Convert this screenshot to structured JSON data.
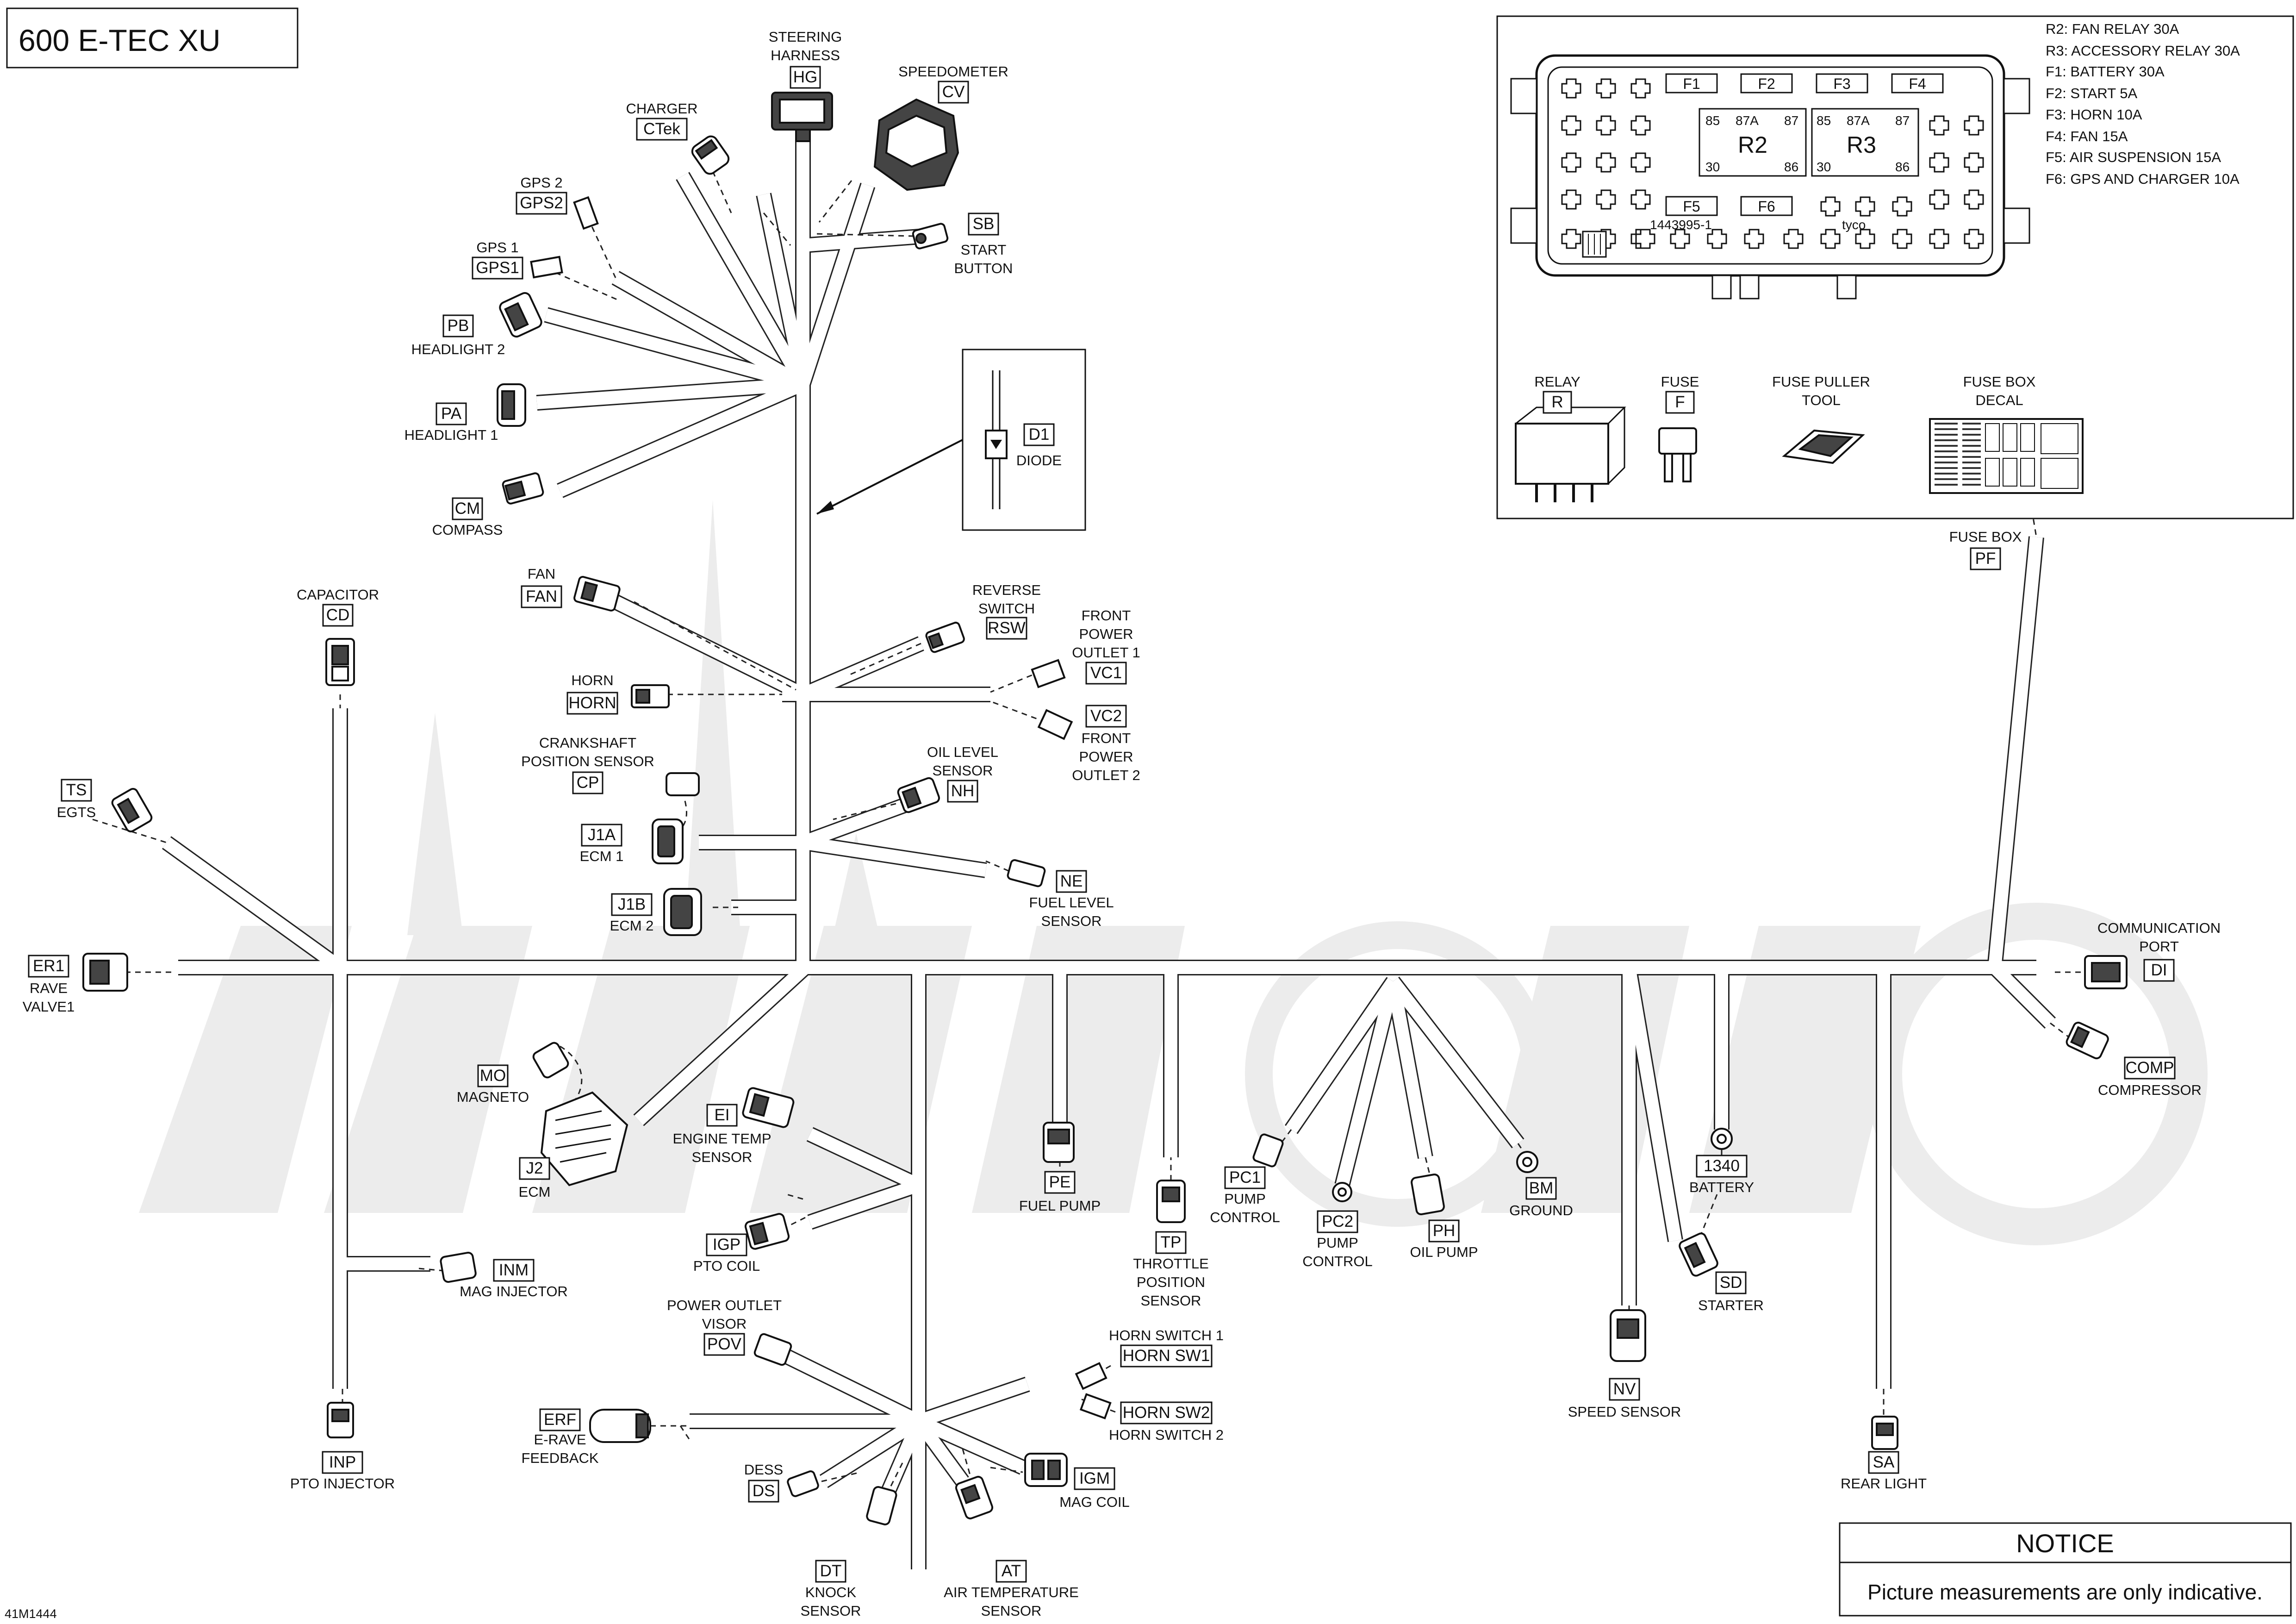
{
  "title": "600 E-TEC XU",
  "figure_id": "41M1444",
  "notice": {
    "heading": "NOTICE",
    "text": "Picture measurements are only indicative."
  },
  "fuse_legend": [
    "R2: FAN RELAY 30A",
    "R3: ACCESSORY RELAY 30A",
    "F1: BATTERY 30A",
    "F2: START 5A",
    "F3: HORN 10A",
    "F4: FAN 15A",
    "F5: AIR SUSPENSION 15A",
    "F6: GPS AND CHARGER 10A"
  ],
  "fuse_box": {
    "fuses_top": [
      "F1",
      "F2",
      "F3",
      "F4"
    ],
    "fuses_bottom": [
      "F5",
      "F6"
    ],
    "part_number": "1443995-1",
    "brand": "tyco",
    "relay_r2": {
      "name": "R2",
      "pins": [
        "85",
        "87A",
        "87",
        "30",
        "86"
      ]
    },
    "relay_r3": {
      "name": "R3",
      "pins": [
        "85",
        "87A",
        "87",
        "30",
        "86"
      ]
    }
  },
  "components": [
    {
      "id": "relay",
      "name": "RELAY",
      "code": "R"
    },
    {
      "id": "fuse",
      "name": "FUSE",
      "code": "F"
    },
    {
      "id": "fuse-puller",
      "name": "FUSE PULLER\nTOOL",
      "code": ""
    },
    {
      "id": "fuse-box-decal",
      "name": "FUSE BOX\nDECAL",
      "code": ""
    }
  ],
  "connectors": [
    {
      "id": "hg",
      "name": "STEERING\nHARNESS",
      "code": "HG"
    },
    {
      "id": "cv",
      "name": "SPEEDOMETER",
      "code": "CV"
    },
    {
      "id": "ctek",
      "name": "CHARGER",
      "code": "CTek"
    },
    {
      "id": "gps2",
      "name": "GPS 2",
      "code": "GPS2"
    },
    {
      "id": "gps1",
      "name": "GPS 1",
      "code": "GPS1"
    },
    {
      "id": "sb",
      "name": "START\nBUTTON",
      "code": "SB"
    },
    {
      "id": "pb",
      "name": "HEADLIGHT 2",
      "code": "PB"
    },
    {
      "id": "pa",
      "name": "HEADLIGHT 1",
      "code": "PA"
    },
    {
      "id": "d1",
      "name": "DIODE",
      "code": "D1"
    },
    {
      "id": "cm",
      "name": "COMPASS",
      "code": "CM"
    },
    {
      "id": "fan",
      "name": "FAN",
      "code": "FAN"
    },
    {
      "id": "rsw",
      "name": "REVERSE\nSWITCH",
      "code": "RSW"
    },
    {
      "id": "cd",
      "name": "CAPACITOR",
      "code": "CD"
    },
    {
      "id": "horn",
      "name": "HORN",
      "code": "HORN"
    },
    {
      "id": "vc1",
      "name": "FRONT\nPOWER\nOUTLET 1",
      "code": "VC1"
    },
    {
      "id": "vc2",
      "name": "FRONT\nPOWER\nOUTLET 2",
      "code": "VC2"
    },
    {
      "id": "cp",
      "name": "CRANKSHAFT\nPOSITION SENSOR",
      "code": "CP"
    },
    {
      "id": "nh",
      "name": "OIL LEVEL\nSENSOR",
      "code": "NH"
    },
    {
      "id": "ts",
      "name": "EGTS",
      "code": "TS"
    },
    {
      "id": "j1a",
      "name": "ECM 1",
      "code": "J1A"
    },
    {
      "id": "ne",
      "name": "FUEL LEVEL\nSENSOR",
      "code": "NE"
    },
    {
      "id": "j1b",
      "name": "ECM 2",
      "code": "J1B"
    },
    {
      "id": "pf",
      "name": "FUSE BOX",
      "code": "PF"
    },
    {
      "id": "di",
      "name": "COMMUNICATION\nPORT",
      "code": "DI"
    },
    {
      "id": "er1",
      "name": "RAVE\nVALVE1",
      "code": "ER1"
    },
    {
      "id": "mo",
      "name": "MAGNETO",
      "code": "MO"
    },
    {
      "id": "comp",
      "name": "COMPRESSOR",
      "code": "COMP"
    },
    {
      "id": "ei",
      "name": "ENGINE TEMP\nSENSOR",
      "code": "EI"
    },
    {
      "id": "j2",
      "name": "ECM",
      "code": "J2"
    },
    {
      "id": "pe",
      "name": "FUEL PUMP",
      "code": "PE"
    },
    {
      "id": "pc1",
      "name": "PUMP\nCONTROL",
      "code": "PC1"
    },
    {
      "id": "bm",
      "name": "GROUND",
      "code": "BM"
    },
    {
      "id": "b1340",
      "name": "BATTERY",
      "code": "1340"
    },
    {
      "id": "igp",
      "name": "PTO COIL",
      "code": "IGP"
    },
    {
      "id": "tp",
      "name": "THROTTLE\nPOSITION\nSENSOR",
      "code": "TP"
    },
    {
      "id": "pc2",
      "name": "PUMP\nCONTROL",
      "code": "PC2"
    },
    {
      "id": "ph",
      "name": "OIL PUMP",
      "code": "PH"
    },
    {
      "id": "sd",
      "name": "STARTER",
      "code": "SD"
    },
    {
      "id": "inm",
      "name": "MAG INJECTOR",
      "code": "INM"
    },
    {
      "id": "pov",
      "name": "POWER OUTLET\nVISOR",
      "code": "POV"
    },
    {
      "id": "hornsw1",
      "name": "HORN SWITCH 1",
      "code": "HORN SW1"
    },
    {
      "id": "hornsw2",
      "name": "HORN SWITCH 2",
      "code": "HORN SW2"
    },
    {
      "id": "nv",
      "name": "SPEED SENSOR",
      "code": "NV"
    },
    {
      "id": "erf",
      "name": "E-RAVE\nFEEDBACK",
      "code": "ERF"
    },
    {
      "id": "inp",
      "name": "PTO INJECTOR",
      "code": "INP"
    },
    {
      "id": "igm",
      "name": "MAG COIL",
      "code": "IGM"
    },
    {
      "id": "sa",
      "name": "REAR LIGHT",
      "code": "SA"
    },
    {
      "id": "ds",
      "name": "DESS",
      "code": "DS"
    },
    {
      "id": "dt",
      "name": "KNOCK\nSENSOR",
      "code": "DT"
    },
    {
      "id": "at",
      "name": "AIR TEMPERATURE\nSENSOR",
      "code": "AT"
    }
  ]
}
